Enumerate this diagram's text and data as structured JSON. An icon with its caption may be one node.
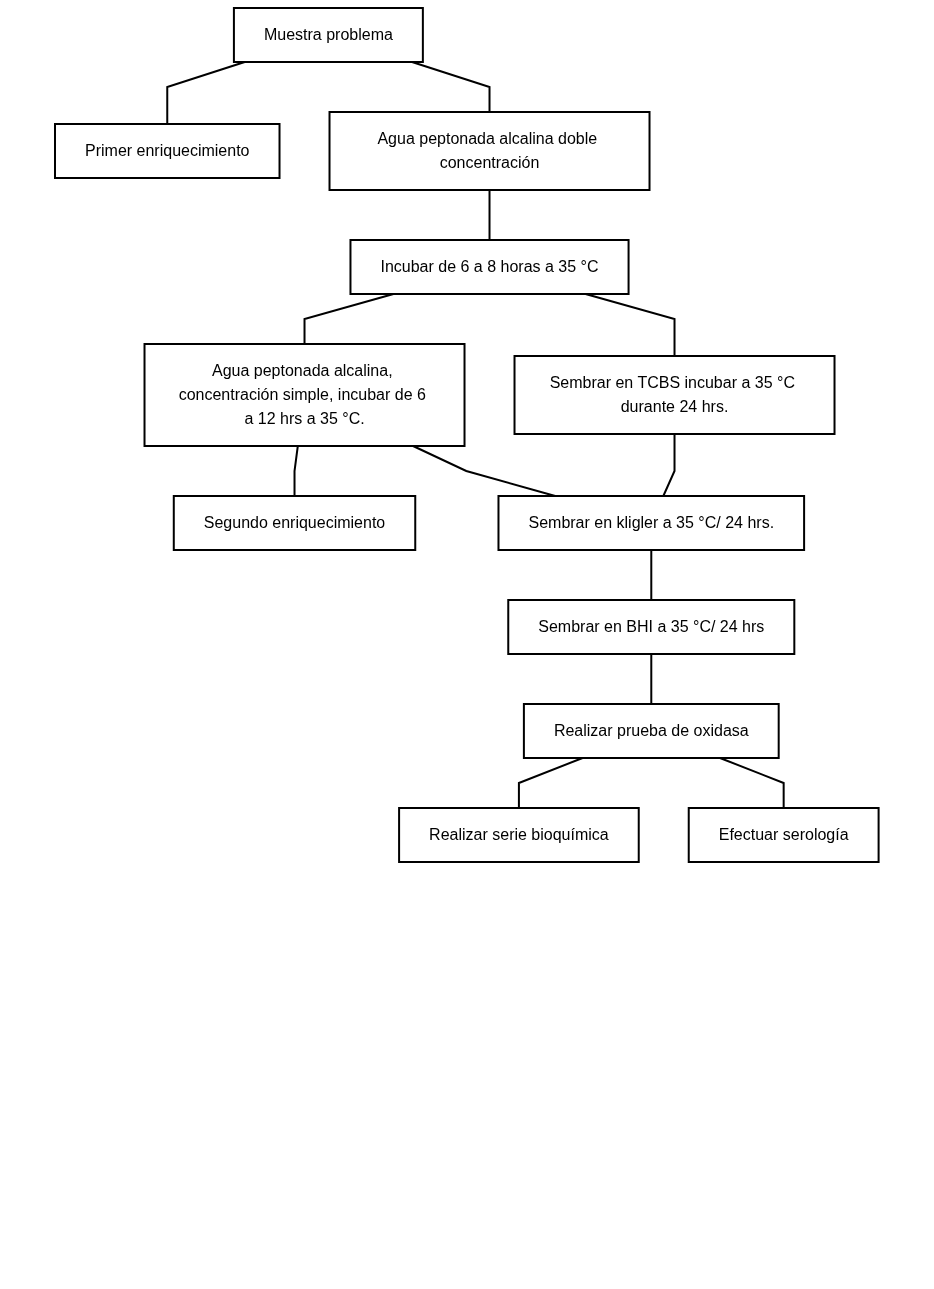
{
  "diagram": {
    "nodes": [
      {
        "text": [
          "Muestra problema"
        ]
      },
      {
        "text": [
          "Primer enriquecimiento"
        ]
      },
      {
        "text": [
          "Agua peptonada alcalina doble concentración"
        ]
      },
      {
        "text": [
          "Incubar de 6 a 8 horas a 35 °C"
        ]
      },
      {
        "text": [
          "Sembrar en TCBS incubar a 35 °C durante 24 hrs."
        ]
      },
      {
        "text": [
          "Agua peptonada alcalina, concentración simple, incubar de 6 a 12 hrs a 35 °C."
        ]
      },
      {
        "text": [
          "Segundo enriquecimiento"
        ]
      },
      {
        "text": [
          "Sembrar en kligler a 35 °C/ 24 hrs."
        ]
      },
      {
        "text": [
          "Sembrar en BHI a 35 °C/ 24 hrs"
        ]
      },
      {
        "text": [
          "Realizar prueba de oxidasa"
        ]
      },
      {
        "text": [
          "Realizar serie bioquímica"
        ]
      },
      {
        "text": [
          "Efectuar serología"
        ]
      }
    ],
    "edges": [
      {
        "from": 0,
        "to": 1,
        "arrow": "none"
      },
      {
        "from": 0,
        "to": 2,
        "arrow": "none"
      },
      {
        "from": 2,
        "to": 3,
        "arrow": "none"
      },
      {
        "from": 3,
        "to": 4,
        "arrow": "none"
      },
      {
        "from": 3,
        "to": 5,
        "arrow": "none"
      },
      {
        "from": 5,
        "to": 6,
        "arrow": "none"
      },
      {
        "from": 4,
        "to": 7,
        "arrow": "none"
      },
      {
        "from": 5,
        "to": 7,
        "arrow": "none"
      },
      {
        "from": 7,
        "to": 8,
        "arrow": "none"
      },
      {
        "from": 8,
        "to": 9,
        "arrow": "none"
      },
      {
        "from": 9,
        "to": 10,
        "arrow": "none"
      },
      {
        "from": 9,
        "to": 11,
        "arrow": "none"
      }
    ]
  }
}
